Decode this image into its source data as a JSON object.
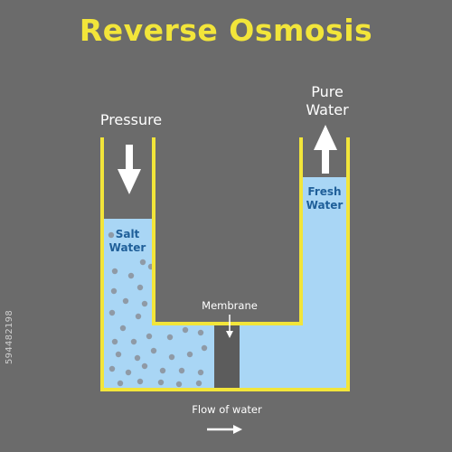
{
  "title": "Reverse Osmosis",
  "labels": {
    "pressure": "Pressure",
    "pure_water_line1": "Pure",
    "pure_water_line2": "Water",
    "salt_water_line1": "Salt",
    "salt_water_line2": "Water",
    "fresh_water_line1": "Fresh",
    "fresh_water_line2": "Water",
    "membrane": "Membrane",
    "flow_of_water": "Flow of water"
  },
  "stock_id": "594482198",
  "colors": {
    "background": "#6b6b6b",
    "container_outline": "#f2e53a",
    "title": "#f2e53a",
    "water": "#a9d6f5",
    "membrane": "#5c5c5c",
    "salt_particles": "#8f9aa6",
    "inner_label": "#1f5f99",
    "arrows": "#ffffff"
  }
}
